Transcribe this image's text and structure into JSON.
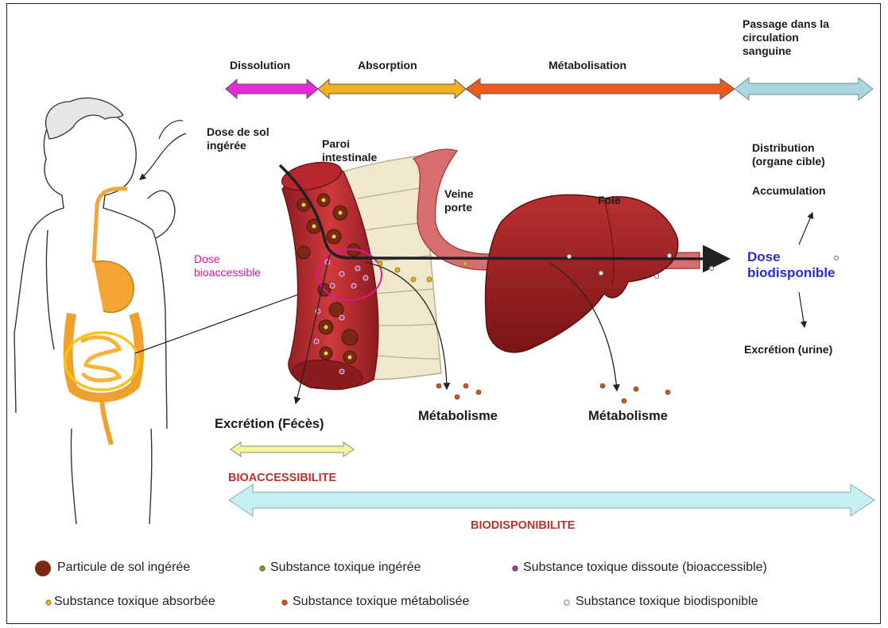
{
  "phases": {
    "dissolution": "Dissolution",
    "absorption": "Absorption",
    "metabolisation": "Métabolisation",
    "passage": [
      "Passage dans la",
      "circulation",
      "sanguine"
    ]
  },
  "labels": {
    "dose_sol": [
      "Dose de sol",
      "ingérée"
    ],
    "paroi": [
      "Paroi",
      "intestinale"
    ],
    "veine": [
      "Veine",
      "porte"
    ],
    "foie": "Foie",
    "distribution": [
      "Distribution",
      "(organe cible)"
    ],
    "accumulation": "Accumulation",
    "dose_bioaccessible": [
      "Dose",
      "bioaccessible"
    ],
    "dose_biodisponible": [
      "Dose",
      "biodisponible"
    ],
    "excretion_urine": "Excrétion (urine)",
    "excretion_feces": "Excrétion (Fécès)",
    "metabolisme_1": "Métabolisme",
    "metabolisme_2": "Métabolisme",
    "bioaccessibilite": "BIOACCESSIBILITE",
    "biodisponibilite": "BIODISPONIBILITE"
  },
  "legend": [
    {
      "label": "Particule de sol ingérée",
      "color": "#7a2a14",
      "icon": "large-brown-dot"
    },
    {
      "label": "Substance toxique ingérée",
      "color": "#8a9a2a",
      "icon": "olive-dot"
    },
    {
      "label": "Substance toxique dissoute (bioaccessible)",
      "color": "#b03a8a",
      "icon": "magenta-dot"
    },
    {
      "label": "Substance toxique absorbée",
      "color": "#e0b030",
      "icon": "yellow-dot"
    },
    {
      "label": "Substance toxique métabolisée",
      "color": "#d06020",
      "icon": "orange-dot"
    },
    {
      "label": "Substance toxique biodisponible",
      "color": "#9ab0c0",
      "icon": "light-blue-dot"
    }
  ],
  "colors": {
    "dissolution": "#e52ad6",
    "absorption": "#f2b01e",
    "metabolisation": "#ee5a1a",
    "passage": "#a9d6df",
    "bioaccessibilite": "#f7f39a",
    "biodisponibilite": "#c4f0f4",
    "intestine": "#b8232a",
    "liver": "#9e1f22"
  }
}
